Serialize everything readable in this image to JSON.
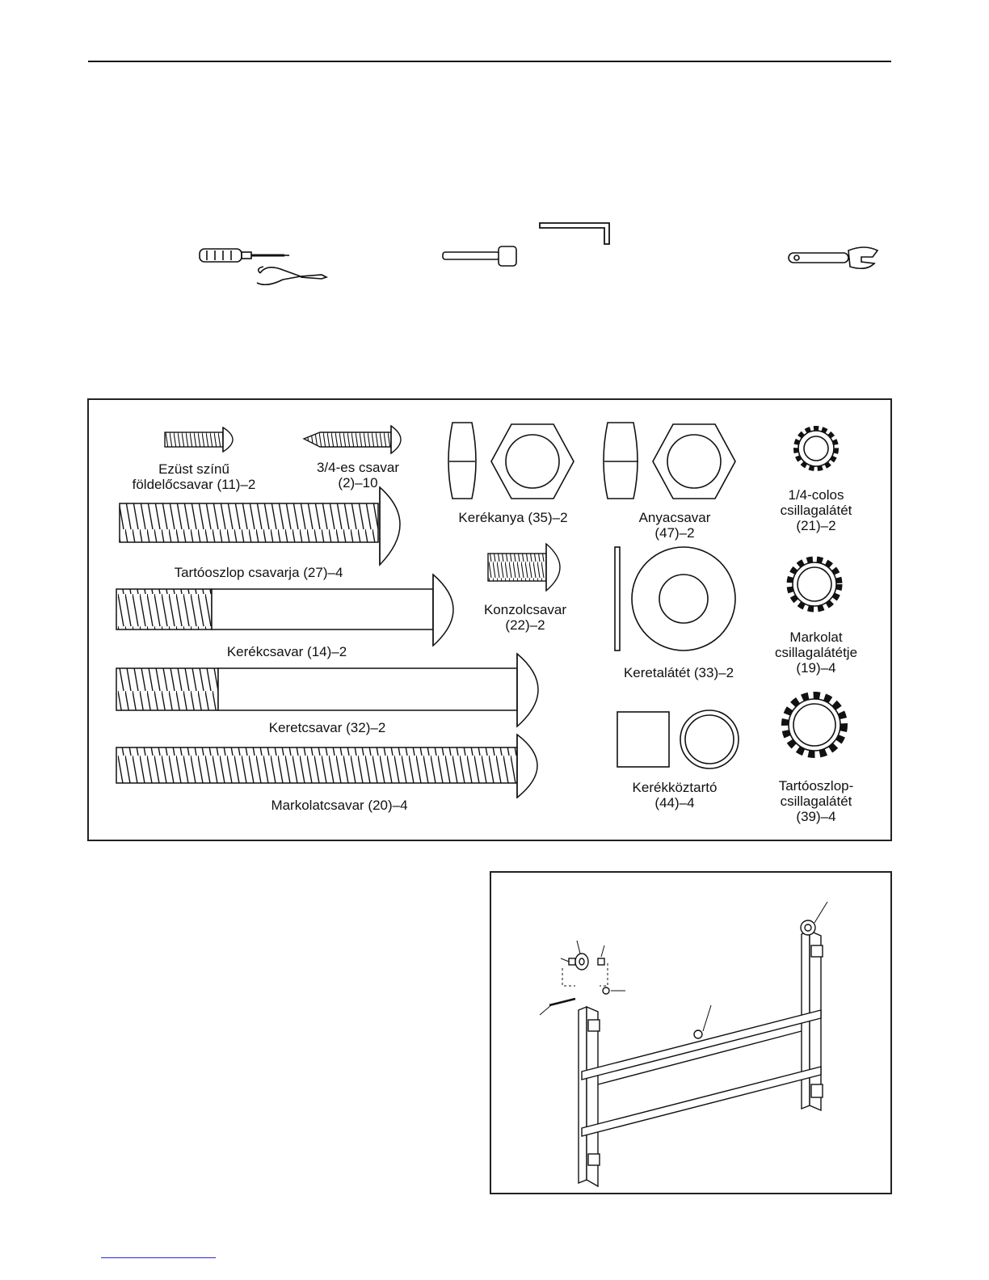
{
  "parts": {
    "silver_ground_screw": "Ezüst színű\nföldelőcsavar (11)–2",
    "screw_3_4": "3/4-es csavar\n(2)–10",
    "wheel_nut": "Kerékanya (35)–2",
    "nut_bolt": "Anyacsavar\n(47)–2",
    "star_washer_1_4": "1/4-colos\ncsillagalátét\n(21)–2",
    "upright_bolt": "Tartóoszlop csavarja (27)–4",
    "console_bolt": "Konzolcsavar\n(22)–2",
    "wheel_bolt": "Kerékcsavar (14)–2",
    "frame_washer": "Keretalátét (33)–2",
    "handle_star_washer": "Markolat\ncsillagalátétje\n(19)–4",
    "frame_bolt": "Keretcsavar (32)–2",
    "wheel_spacer": "Kerékköztartó\n(44)–4",
    "upright_star_washer": "Tartóoszlop-\ncsillagalátét\n(39)–4",
    "handle_bolt": "Markolatcsavar (20)–4"
  }
}
